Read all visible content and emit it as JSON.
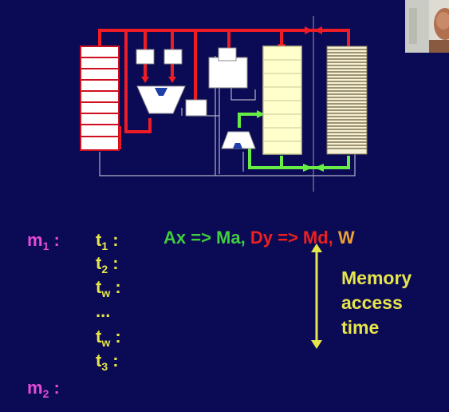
{
  "registers": {
    "m1": {
      "base": "m",
      "sub": "1",
      "suffix": " :"
    },
    "m2": {
      "base": "m",
      "sub": "2",
      "suffix": " :"
    }
  },
  "timeline": [
    {
      "base": "t",
      "sub": "1",
      "suffix": " :"
    },
    {
      "base": "t",
      "sub": "2",
      "suffix": " :"
    },
    {
      "base": "t",
      "sub": "w",
      "suffix": " :"
    },
    {
      "base": "...",
      "sub": "",
      "suffix": ""
    },
    {
      "base": "t",
      "sub": "w",
      "suffix": " :"
    },
    {
      "base": "t",
      "sub": "3",
      "suffix": " :"
    }
  ],
  "transfer": {
    "address": "Ax => Ma",
    "sep1": ",",
    "data": "Dy => Md",
    "sep2": ",",
    "write": "W"
  },
  "note": {
    "line1": "Memory",
    "line2": "access",
    "line3": "time"
  },
  "colors": {
    "background": "#0b0a55",
    "path_red": "#ee1c24",
    "path_green": "#66ee44",
    "register_text": "#e64ad6",
    "time_text": "#e6e64a",
    "address_text": "#3fcf3f",
    "data_text": "#ee2020",
    "write_text": "#f0a030"
  }
}
